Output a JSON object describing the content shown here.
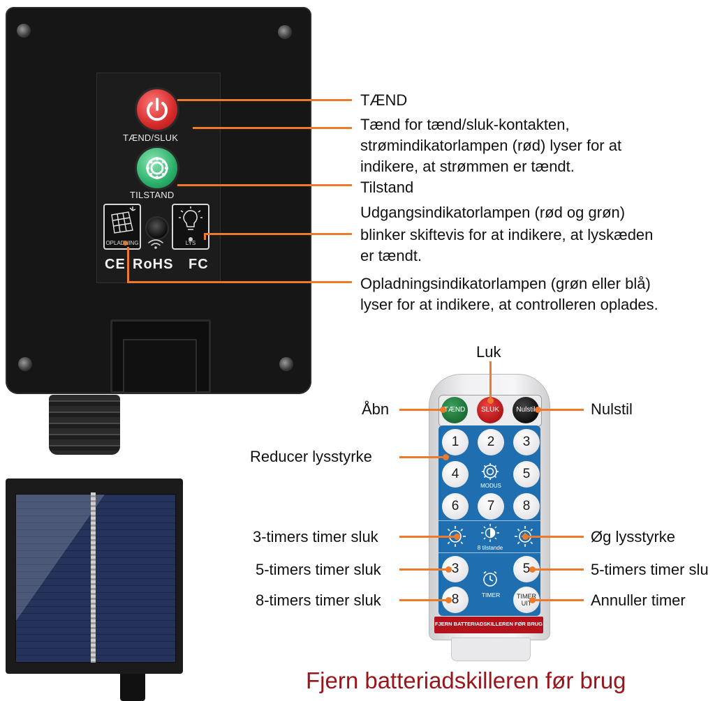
{
  "controller": {
    "power_label": "TÆND/SLUK",
    "mode_label": "TILSTAND",
    "charge_tile_label": "OPLADNING",
    "light_tile_label": "LYS",
    "certifications": [
      "CE",
      "RoHS",
      "FC"
    ]
  },
  "callouts": {
    "power_title": "TÆND",
    "power_desc": [
      "Tænd for tænd/sluk-kontakten,",
      "strømindikatorlampen (rød) lyser for at",
      "indikere, at strømmen er tændt."
    ],
    "mode_title": "Tilstand",
    "output_desc": [
      "Udgangsindikatorlampen (rød og grøn)",
      "blinker skiftevis for at indikere, at lyskæden",
      "er tændt."
    ],
    "charge_desc": [
      "Opladningsindikatorlampen (grøn eller blå)",
      "lyser for at indikere, at controlleren oplades."
    ]
  },
  "remote": {
    "on_label": "TÆND",
    "off_label": "SLUK",
    "reset_label": "Nulstil",
    "number_keys": [
      "1",
      "2",
      "3",
      "4",
      "5",
      "6",
      "7",
      "8"
    ],
    "modes_label": "MODUS",
    "brightness_label": "8 tilstande",
    "timer_3_label": "3",
    "timer_5_label": "5",
    "timer_8_label": "8",
    "timer_center_label": "TIMER",
    "timer_cancel_label": "TIMER UIT",
    "strip_label": "FJERN BATTERIADSKILLEREN FØR BRUG"
  },
  "remote_callouts": {
    "close": "Luk",
    "open": "Åbn",
    "reset": "Nulstil",
    "reduce": "Reducer lysstyrke",
    "timer3": "3-timers timer sluk",
    "increase": "Øg lysstyrke",
    "timer5_left": "5-timers timer sluk",
    "timer5_right": "5-timers timer slu",
    "timer8": "8-timers timer sluk",
    "cancel": "Annuller timer"
  },
  "caption": "Fjern batteriadskilleren før brug",
  "colors": {
    "callout_line": "#ec7a2a",
    "caption": "#9b141a",
    "remote_blue": "#1f6fb0",
    "power_red": "#d42a2a",
    "mode_green": "#2bb06a"
  },
  "icons": [
    "power-icon",
    "gear-icon",
    "solar-panel-icon",
    "bulb-icon",
    "light-sensor-icon",
    "wifi-icon",
    "sun-minus-icon",
    "sun-half-icon",
    "sun-plus-icon",
    "clock-icon"
  ]
}
